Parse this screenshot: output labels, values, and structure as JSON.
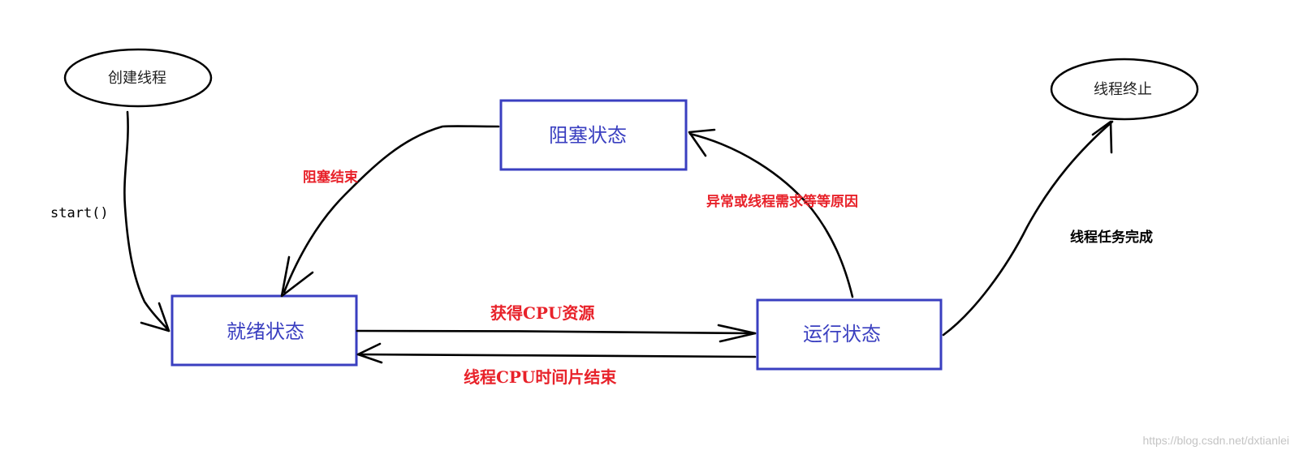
{
  "nodes": {
    "create_thread": "创建线程",
    "thread_terminated": "线程终止",
    "blocked": "阻塞状态",
    "ready": "就绪状态",
    "running": "运行状态"
  },
  "edges": {
    "start_call": "start()",
    "block_end": "阻塞结束",
    "block_reason": "异常或线程需求等等原因",
    "get_cpu": "获得CPU资源",
    "cpu_slice_end": "线程CPU时间片结束",
    "task_complete": "线程任务完成"
  },
  "watermark": "https://blog.csdn.net/dxtianlei",
  "colors": {
    "state_box": "#3a3fc0",
    "red_label": "#e8222a",
    "stroke": "#000000"
  }
}
